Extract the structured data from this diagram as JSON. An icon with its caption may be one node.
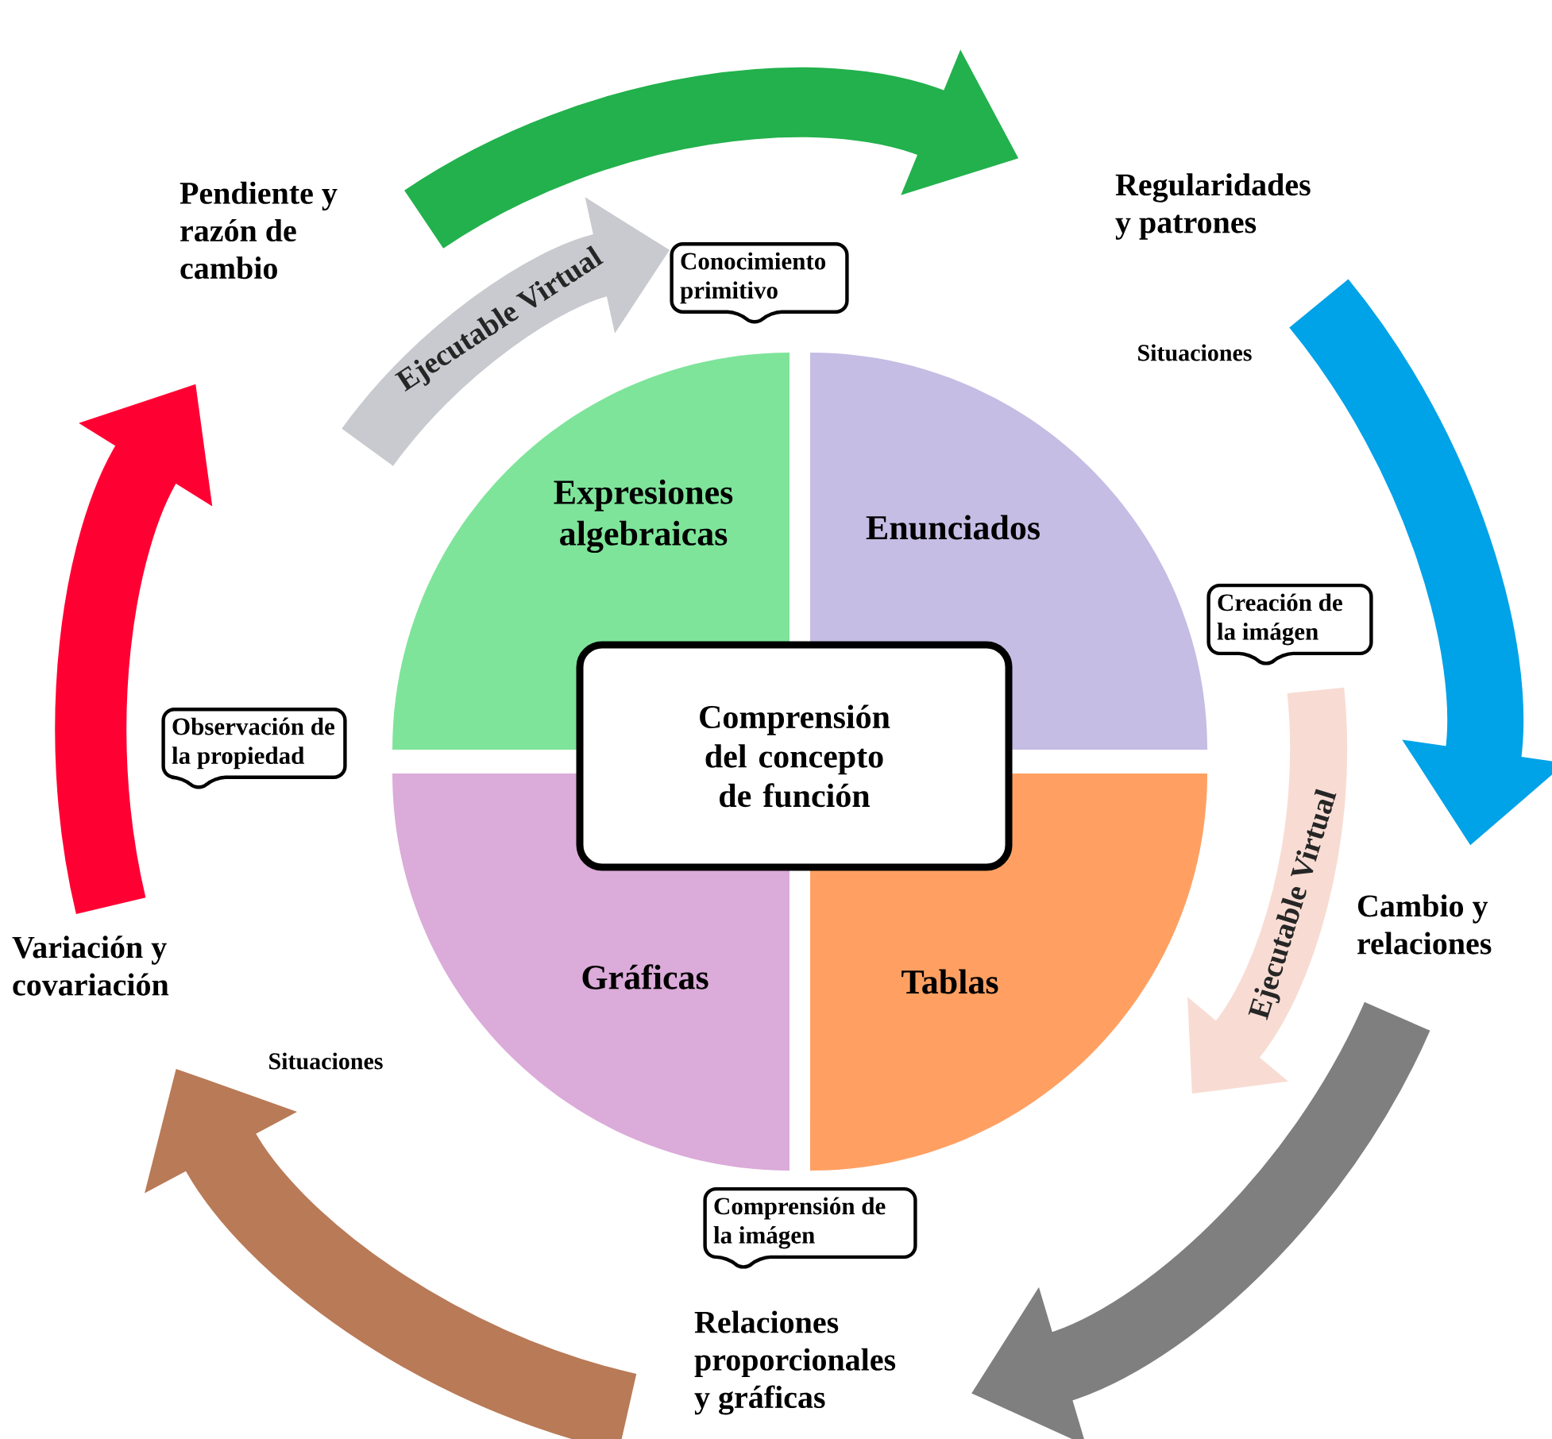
{
  "diagram": {
    "nodes": [
      {
        "text": [
          "Pendiente y razón de cambio"
        ]
      },
      {
        "text": [
          "Regularidades y patrones"
        ]
      },
      {
        "text": [
          "Conocimiento primitivo"
        ]
      },
      {
        "text": [
          "Expresiones algebraicas"
        ]
      },
      {
        "text": [
          "Enunciados"
        ]
      },
      {
        "text": [
          "Creación de la imágen"
        ]
      },
      {
        "text": [
          "Comprensión del concepto de función"
        ]
      },
      {
        "text": [
          "Observación de la propiedad"
        ]
      },
      {
        "text": [
          "Cambio y relaciones"
        ]
      },
      {
        "text": [
          "Variación y covariación"
        ]
      },
      {
        "text": [
          "Gráficas"
        ]
      },
      {
        "text": [
          "Tablas"
        ]
      },
      {
        "text": [
          "Comprensión de la imágen"
        ]
      },
      {
        "text": [
          "Relaciones proporcionales y gráficas"
        ]
      }
    ],
    "edges": [
      {
        "from": 0,
        "to": 1,
        "arrow": "to",
        "color": "#22b14c"
      },
      {
        "from": 1,
        "to": 8,
        "arrow": "to",
        "color": "#00a2e8"
      },
      {
        "from": 8,
        "to": 13,
        "arrow": "to",
        "color": "#7f7f7f"
      },
      {
        "from": 13,
        "to": 9,
        "arrow": "to",
        "color": "#b97a57"
      },
      {
        "from": 9,
        "to": 0,
        "arrow": "to",
        "color": "#ff0033"
      },
      {
        "from": null,
        "to": 2,
        "arrow": "to",
        "color": "#c9cacf",
        "label": "Ejecutable Virtual"
      },
      {
        "from": 5,
        "to": null,
        "arrow": "to",
        "color": "#f8dcd3",
        "label": "Ejecutable Virtual"
      }
    ],
    "labels": [
      "Situaciones",
      "Situaciones"
    ]
  }
}
